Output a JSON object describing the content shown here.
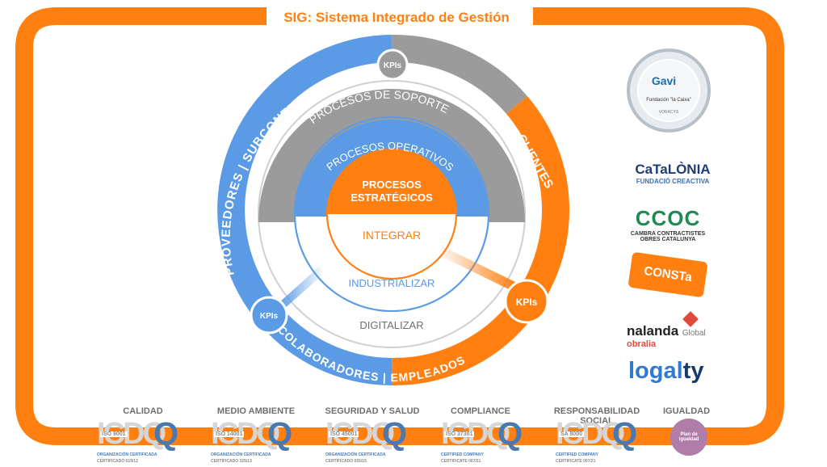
{
  "title": "SIG: Sistema Integrado de Gestión",
  "diagram": {
    "outer_ring_left": "PROVEEDORES | SUBCONTRATISTAS",
    "outer_ring_right": "CLIENTES",
    "outer_ring_bottom": "COLABORADORES | EMPLEADOS",
    "ring_support": "PROCESOS DE SOPORTE",
    "ring_operative": "PROCESOS OPERATIVOS",
    "core_line1": "PROCESOS",
    "core_line2": "ESTRATÉGICOS",
    "integrar": "INTEGRAR",
    "industrializar": "INDUSTRIALIZAR",
    "digitalizar": "DIGITALIZAR",
    "kpi_top": "KPIs",
    "kpi_left": "KPIs",
    "kpi_right": "KPIs"
  },
  "partners": {
    "gavi_name": "Gavi",
    "gavi_sub": "Fundación \"la Caixa\"",
    "gavi_badge": "VORACYS",
    "catalonia_name": "CaTaLÒNIA",
    "catalonia_sub": "FUNDACIÓ CREACTIVA",
    "ccoc_name": "CCOC",
    "ccoc_sub1": "CAMBRA CONTRACTISTES",
    "ccoc_sub2": "OBRES CATALUNYA",
    "consta": "CONSTa",
    "nalanda_name": "nalanda",
    "nalanda_suffix": "Global",
    "nalanda_sub": "obralia",
    "logalty_a": "logal",
    "logalty_b": "ty"
  },
  "certifications": [
    {
      "label": "CALIDAD",
      "logo": "ICDQ",
      "standard": "ISO 9001",
      "line1": "ORGANIZACIÓN CERTIFICADA",
      "line2": "CERTIFICADO 619/12"
    },
    {
      "label": "MEDIO AMBIENTE",
      "logo": "ICDQ",
      "standard": "ISO 14001",
      "line1": "ORGANIZACIÓN CERTIFICADA",
      "line2": "CERTIFICADO 325/13"
    },
    {
      "label": "SEGURIDAD Y SALUD",
      "logo": "ICDQ",
      "standard": "ISO 45001",
      "line1": "ORGANIZACIÓN CERTIFICADA",
      "line2": "CERTIFICADO 055/15"
    },
    {
      "label": "COMPLIANCE",
      "logo": "ICDQ",
      "standard": "ISO 37301",
      "line1": "CERTIFIED COMPANY",
      "line2": "CERTIFICATE 007/21"
    },
    {
      "label": "RESPONSABILIDAD SOCIAL",
      "logo": "ICDQ",
      "standard": "SA 8000",
      "line1": "CERTIFIED COMPANY",
      "line2": "CERTIFICATE 007/21"
    },
    {
      "label": "IGUALDAD",
      "logo": "",
      "standard": "Plan de Igualdad",
      "line1": "",
      "line2": ""
    }
  ],
  "colors": {
    "orange": "#ff7f11",
    "blue": "#5b9be6",
    "gray": "#9b9b9b",
    "white": "#ffffff"
  }
}
